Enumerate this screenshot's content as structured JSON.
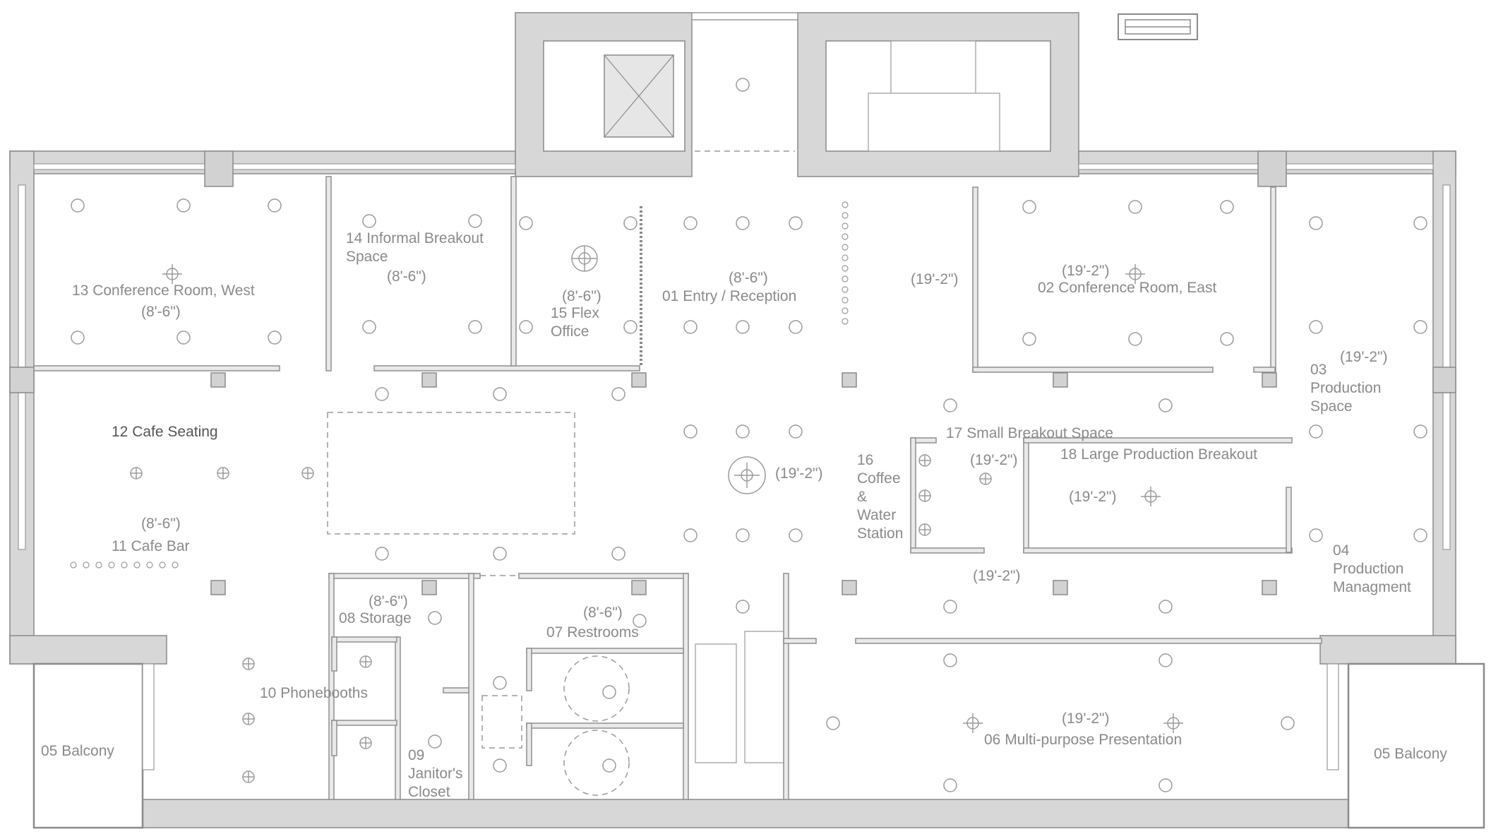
{
  "rooms": {
    "r13": {
      "l1": "13   Conference Room, West",
      "l2": "(8'-6\")"
    },
    "r14": {
      "l1": "14   Informal Breakout",
      "l2": "Space",
      "l3": "(8'-6\")"
    },
    "r15": {
      "l1": "(8'-6\")",
      "l2": "15   Flex",
      "l3": "Office"
    },
    "r01": {
      "l1": "(8'-6\")",
      "l2": "01   Entry / Reception"
    },
    "h1": "(19'-2\")",
    "r02": {
      "l1": "(19'-2\")",
      "l2": "02   Conference Room, East"
    },
    "r03": {
      "l1": "(19'-2\")",
      "l2": "03",
      "l3": "Production",
      "l4": "Space"
    },
    "r12": "12   Cafe Seating",
    "r11": {
      "l1": "(8'-6\")",
      "l2": "11   Cafe Bar"
    },
    "h2": "(19'-2\")",
    "r16": {
      "l1": "16",
      "l2": "Coffee",
      "l3": "&",
      "l4": "Water",
      "l5": "Station"
    },
    "r17": "17   Small Breakout Space",
    "h3": "(19'-2\")",
    "r18": {
      "l1": "18   Large Production Breakout",
      "l2": "(19'-2\")"
    },
    "h4": "(19'-2\")",
    "r04": {
      "l1": "04",
      "l2": "Production",
      "l3": "Managment"
    },
    "r08": {
      "l1": "(8'-6\")",
      "l2": "08   Storage"
    },
    "r07": {
      "l1": "(8'-6\")",
      "l2": "07   Restrooms"
    },
    "r10": "10   Phonebooths",
    "r09": {
      "l1": "09",
      "l2": "Janitor's",
      "l3": "Closet"
    },
    "r05w": "05   Balcony",
    "r06": {
      "l1": "(19'-2\")",
      "l2": "06   Multi-purpose Presentation"
    },
    "r05e": "05   Balcony"
  }
}
